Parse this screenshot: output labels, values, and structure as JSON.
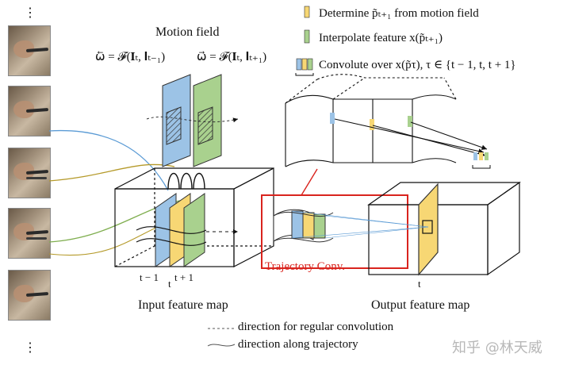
{
  "video_strip": {
    "top_ellipsis": "⋮",
    "bottom_ellipsis": "⋮",
    "frame_count": 5
  },
  "motion_field": {
    "title": "Motion field",
    "backward_eq": "ω⃖ = 𝓕(𝐈ₜ, 𝐈ₜ₋₁)",
    "forward_eq": "ω⃗ = 𝓕(𝐈ₜ, 𝐈ₜ₊₁)"
  },
  "legend": {
    "determine": "Determine p̃ₜ₊₁ from motion field",
    "interpolate": "Interpolate feature x(p̃ₜ₊₁)",
    "convolute": "Convolute over x(p̃τ), τ ∈ {t − 1, t, t + 1}",
    "colors": {
      "blue": "#9cc3e6",
      "yellow": "#f7d774",
      "green": "#a9d18e"
    }
  },
  "labels": {
    "t_minus_1": "t − 1",
    "t": "t",
    "t_plus_1": "t + 1",
    "output_t": "t",
    "input_map": "Input feature map",
    "output_map": "Output feature map",
    "trajectory_conv": "Trajectory Conv.",
    "regular_dir": "direction for regular convolution",
    "trajectory_dir": "direction along trajectory",
    "watermark": "知乎 @林天威"
  },
  "accent": {
    "red_box": "#d9241e",
    "curve_blue": "#5b9bd5",
    "curve_olive": "#b59a2a"
  }
}
